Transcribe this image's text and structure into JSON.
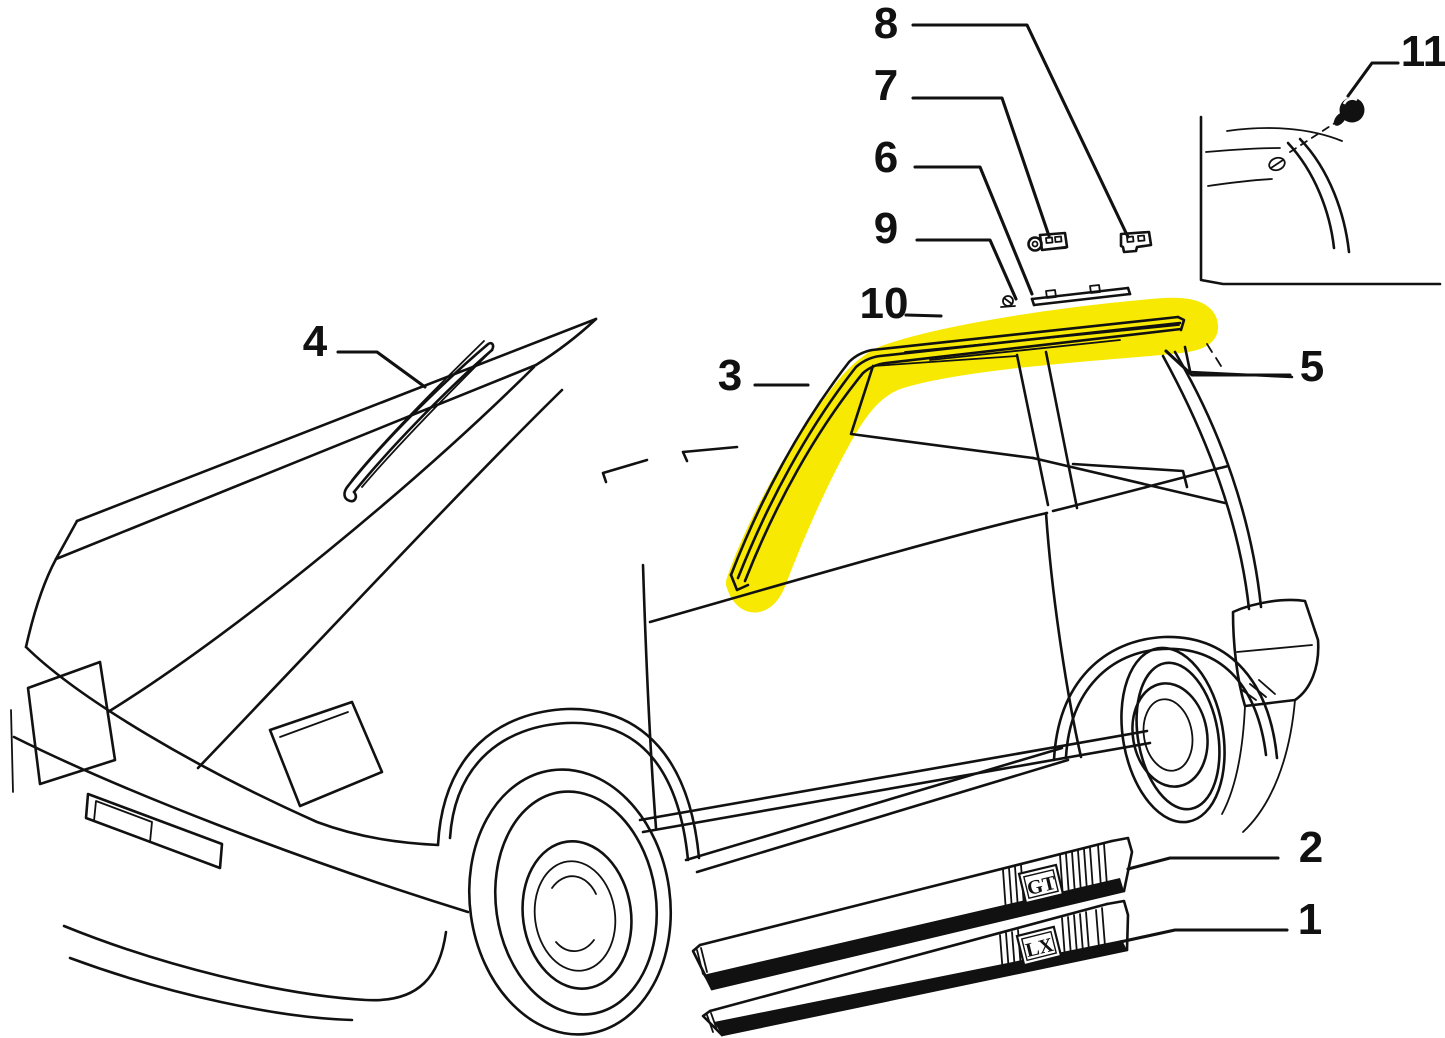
{
  "diagram": {
    "type": "exploded-car-parts-diagram",
    "vehicle": "3-door hatchback, front-left three-quarter line drawing",
    "callouts": [
      "1",
      "2",
      "3",
      "4",
      "5",
      "6",
      "7",
      "8",
      "9",
      "10",
      "11"
    ],
    "badges": {
      "gt": "GT",
      "lx": "LX"
    },
    "highlight_color": "#F7E902",
    "line_color": "#111111",
    "background_color": "#FFFFFF"
  }
}
